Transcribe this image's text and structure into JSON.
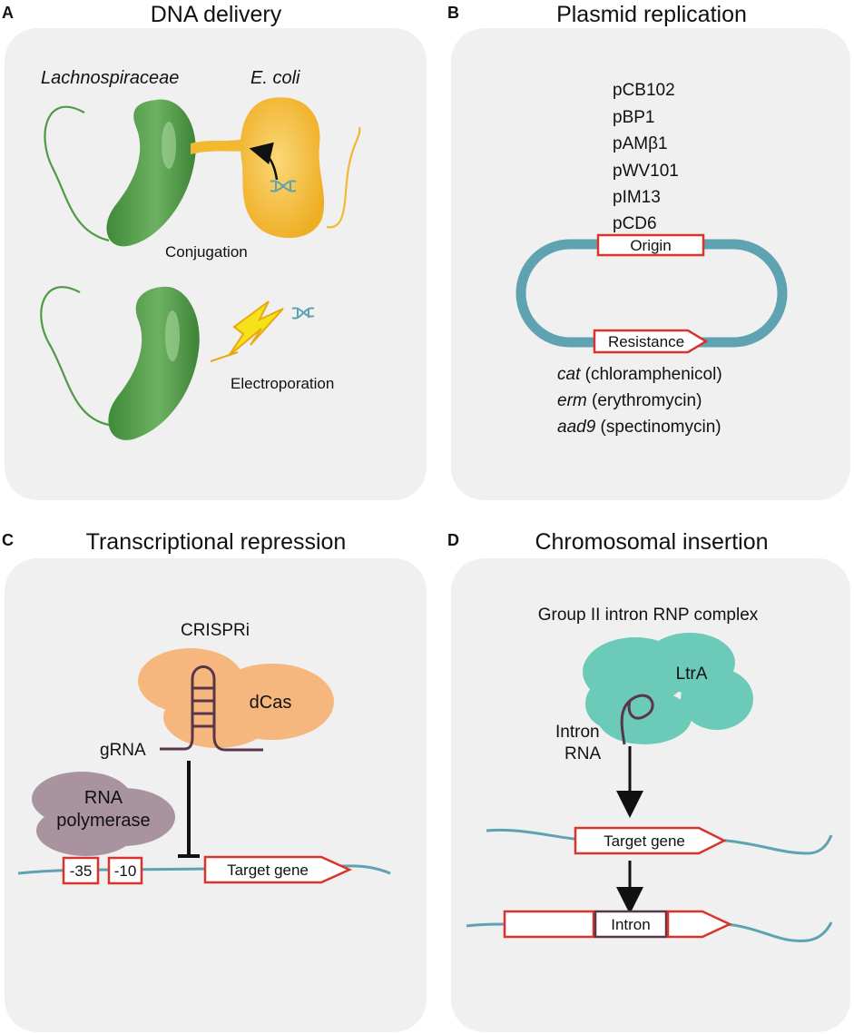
{
  "panels": {
    "a": {
      "letter": "A",
      "title": "DNA delivery",
      "organism_left": "Lachnospiraceae",
      "organism_right": "E. coli",
      "conjugation_label": "Conjugation",
      "electroporation_label": "Electroporation"
    },
    "b": {
      "letter": "B",
      "title": "Plasmid replication",
      "plasmids": [
        "pCB102",
        "pBP1",
        "pAMβ1",
        "pWV101",
        "pIM13",
        "pCD6"
      ],
      "origin_label": "Origin",
      "resistance_label": "Resistance",
      "markers": [
        {
          "gene": "cat",
          "antibiotic": " (chloramphenicol)"
        },
        {
          "gene": "erm",
          "antibiotic": " (erythromycin)"
        },
        {
          "gene": "aad9",
          "antibiotic": " (spectinomycin)"
        }
      ]
    },
    "c": {
      "letter": "C",
      "title": "Transcriptional repression",
      "system_label": "CRISPRi",
      "dcas_label": "dCas",
      "grna_label": "gRNA",
      "polymerase_line1": "RNA",
      "polymerase_line2": "polymerase",
      "box_35": "-35",
      "box_10": "-10",
      "target_gene_label": "Target gene"
    },
    "d": {
      "letter": "D",
      "title": "Chromosomal insertion",
      "complex_label": "Group II intron RNP complex",
      "ltra_label": "LtrA",
      "intron_rna_line1": "Intron",
      "intron_rna_line2": "RNA",
      "target_gene_label": "Target gene",
      "intron_label": "Intron"
    }
  },
  "colors": {
    "panel_bg": "#f0f0f0",
    "green_bacterium": "#4f9a45",
    "ecoli_yellow": "#f2b830",
    "red_outline": "#d9342b",
    "dna_teal": "#5fa3b2",
    "dcas_orange": "#f5b77e",
    "polymerase_mauve": "#a8939e",
    "ltra_teal": "#6ccbb8",
    "rna_purple": "#5a3548"
  }
}
